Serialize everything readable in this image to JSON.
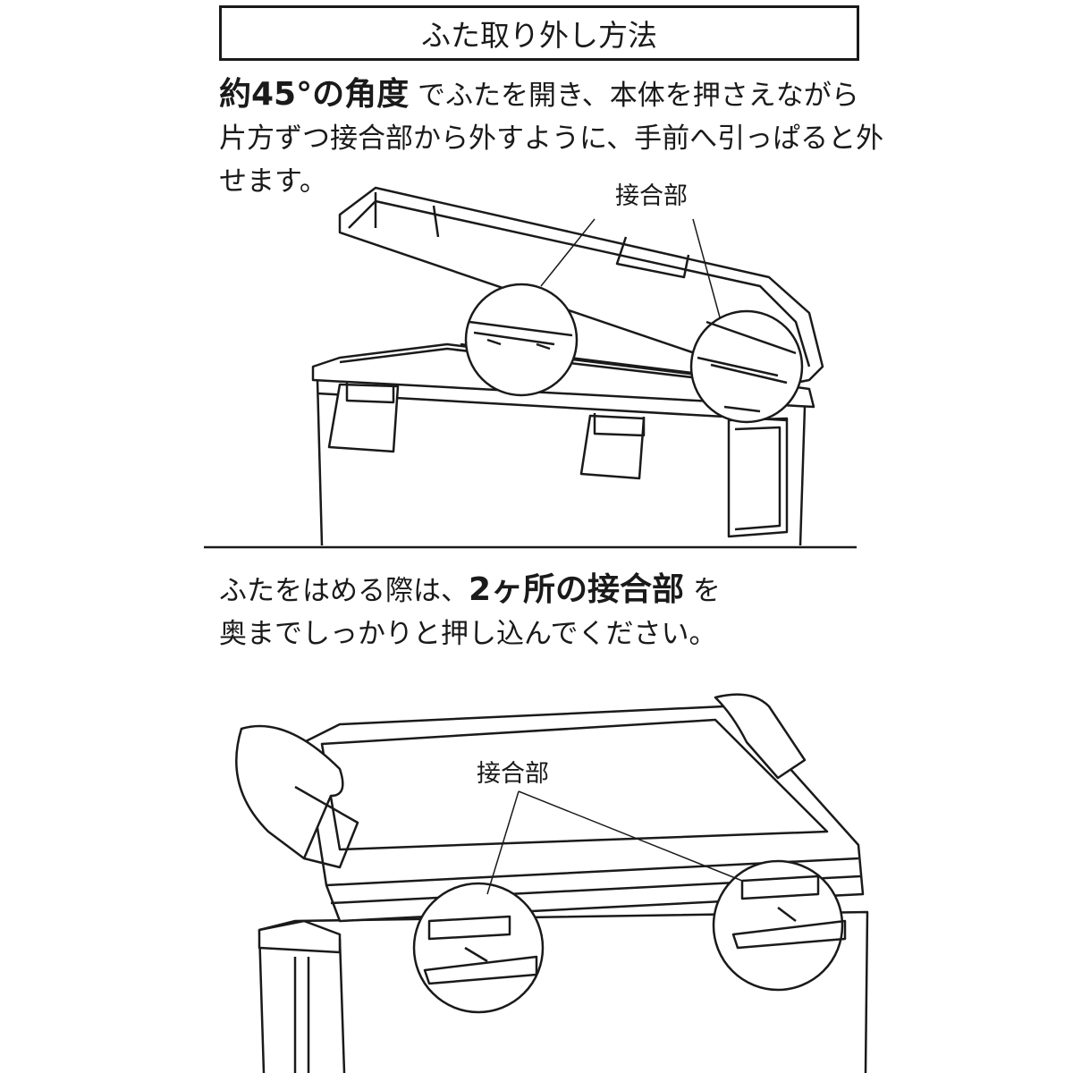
{
  "title": "ふた取り外し方法",
  "removal": {
    "bold": "約45°の角度",
    "line1_rest": "でふたを開き、本体を押さえながら",
    "line2": "片方ずつ接合部から外すように、手前へ引っぱると外",
    "line3": "せます。",
    "callout_label": "接合部"
  },
  "attach": {
    "line1_start": "ふたをはめる際は、",
    "bold": "2ヶ所の接合部",
    "line1_end": "を",
    "line2": "奥までしっかりと押し込んでください。",
    "callout_label": "接合部"
  }
}
